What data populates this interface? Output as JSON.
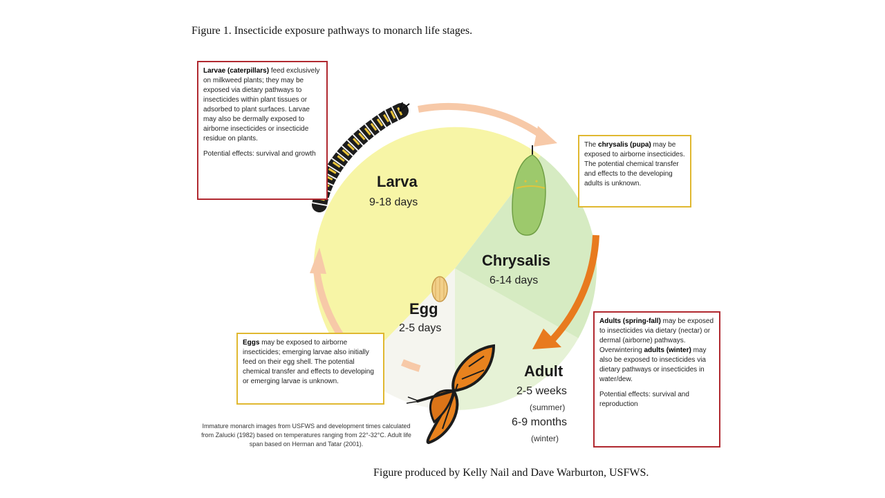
{
  "figure": {
    "title": "Figure 1. Insecticide exposure pathways to monarch life stages.",
    "credit": "Figure produced by Kelly Nail and Dave Warburton, USFWS."
  },
  "stages": {
    "larva": {
      "name": "Larva",
      "duration": "9-18 days"
    },
    "chrysalis": {
      "name": "Chrysalis",
      "duration": "6-14 days"
    },
    "egg": {
      "name": "Egg",
      "duration": "2-5 days"
    },
    "adult": {
      "name": "Adult",
      "duration_summer": "2-5 weeks",
      "summer_label": "(summer)",
      "duration_winter": "6-9 months",
      "winter_label": "(winter)"
    }
  },
  "boxes": {
    "larvae": {
      "bold": "Larvae (caterpillars)",
      "text": " feed exclusively on milkweed plants; they may be exposed via dietary pathways to insecticides within plant tissues or adsorbed to plant surfaces. Larvae may also be dermally exposed to airborne insecticides or insecticide residue on plants.",
      "effects": "Potential effects: survival and growth"
    },
    "chrysalis": {
      "pre": "The ",
      "bold": "chrysalis (pupa)",
      "text": " may be exposed to airborne insecticides. The potential chemical transfer and effects to the developing adults is unknown."
    },
    "eggs": {
      "bold": "Eggs",
      "text": " may be exposed to airborne insecticides; emerging larvae also initially feed on their egg shell. The potential chemical transfer and effects to developing or emerging larvae is unknown."
    },
    "adults": {
      "bold1": "Adults (spring-fall)",
      "text1": " may be exposed to insecticides via dietary (nectar) or dermal (airborne) pathways. Overwintering ",
      "bold2": "adults (winter)",
      "text2": " may also be exposed to insecticides via dietary pathways or insecticides in water/dew.",
      "effects": "Potential effects: survival and reproduction"
    }
  },
  "footnote": "Immature monarch images from USFWS and development times calculated from Zalucki (1982) based on temperatures ranging from 22°-32°C.  Adult life span based on Herman and Tatar (2001).",
  "colors": {
    "larva_sector": "#f7f5a6",
    "chrysalis_sector": "#d6ebc2",
    "egg_sector": "#f5f5ef",
    "adult_sector": "#e6f2d6",
    "arrow_light": "#f7c9a8",
    "arrow_dark": "#e87a1e",
    "box_red": "#b0282f",
    "box_yellow": "#e0b830"
  }
}
